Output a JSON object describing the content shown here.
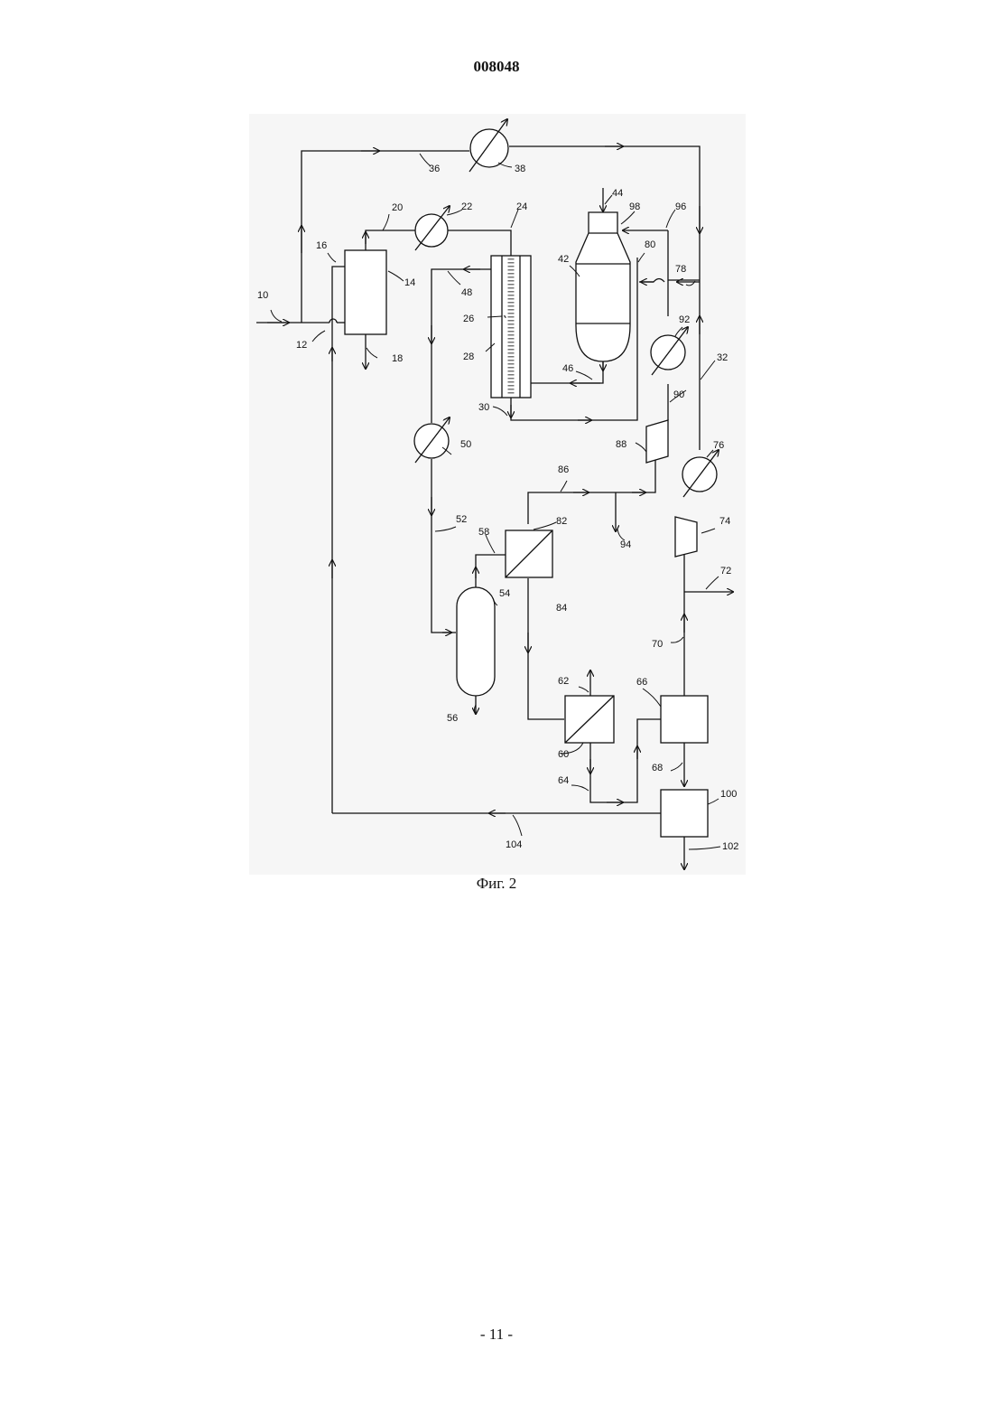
{
  "header": {
    "document_number": "008048"
  },
  "figure": {
    "caption": "Фиг. 2",
    "labels": [
      {
        "id": "l10",
        "text": "10"
      },
      {
        "id": "l12",
        "text": "12"
      },
      {
        "id": "l14",
        "text": "14"
      },
      {
        "id": "l16",
        "text": "16"
      },
      {
        "id": "l18",
        "text": "18"
      },
      {
        "id": "l20",
        "text": "20"
      },
      {
        "id": "l22",
        "text": "22"
      },
      {
        "id": "l24",
        "text": "24"
      },
      {
        "id": "l26",
        "text": "26"
      },
      {
        "id": "l28",
        "text": "28"
      },
      {
        "id": "l30",
        "text": "30"
      },
      {
        "id": "l32",
        "text": "32"
      },
      {
        "id": "l36",
        "text": "36"
      },
      {
        "id": "l38",
        "text": "38"
      },
      {
        "id": "l42",
        "text": "42"
      },
      {
        "id": "l44",
        "text": "44"
      },
      {
        "id": "l46",
        "text": "46"
      },
      {
        "id": "l48",
        "text": "48"
      },
      {
        "id": "l50",
        "text": "50"
      },
      {
        "id": "l52",
        "text": "52"
      },
      {
        "id": "l54",
        "text": "54"
      },
      {
        "id": "l56",
        "text": "56"
      },
      {
        "id": "l58",
        "text": "58"
      },
      {
        "id": "l60",
        "text": "60"
      },
      {
        "id": "l62",
        "text": "62"
      },
      {
        "id": "l64",
        "text": "64"
      },
      {
        "id": "l66",
        "text": "66"
      },
      {
        "id": "l68",
        "text": "68"
      },
      {
        "id": "l70",
        "text": "70"
      },
      {
        "id": "l72",
        "text": "72"
      },
      {
        "id": "l74",
        "text": "74"
      },
      {
        "id": "l76",
        "text": "76"
      },
      {
        "id": "l78",
        "text": "78"
      },
      {
        "id": "l80",
        "text": "80"
      },
      {
        "id": "l82",
        "text": "82"
      },
      {
        "id": "l84",
        "text": "84"
      },
      {
        "id": "l86",
        "text": "86"
      },
      {
        "id": "l88",
        "text": "88"
      },
      {
        "id": "l90",
        "text": "90"
      },
      {
        "id": "l92",
        "text": "92"
      },
      {
        "id": "l94",
        "text": "94"
      },
      {
        "id": "l96",
        "text": "96"
      },
      {
        "id": "l98",
        "text": "98"
      },
      {
        "id": "l100",
        "text": "100"
      },
      {
        "id": "l102",
        "text": "102"
      },
      {
        "id": "l104",
        "text": "104"
      }
    ]
  },
  "footer": {
    "page_number": "- 11 -"
  }
}
